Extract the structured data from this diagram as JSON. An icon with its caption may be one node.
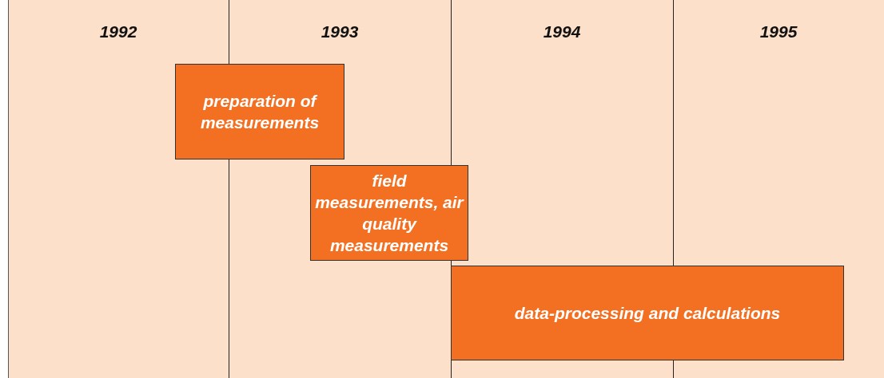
{
  "diagram": {
    "nodes": [
      {
        "text": [
          "preparation of measurements"
        ]
      },
      {
        "text": [
          "field measurements, air quality measurements"
        ]
      },
      {
        "text": [
          "data-processing and calculations"
        ]
      }
    ],
    "labels": [
      "1992",
      "1993",
      "1994",
      "1995"
    ]
  }
}
